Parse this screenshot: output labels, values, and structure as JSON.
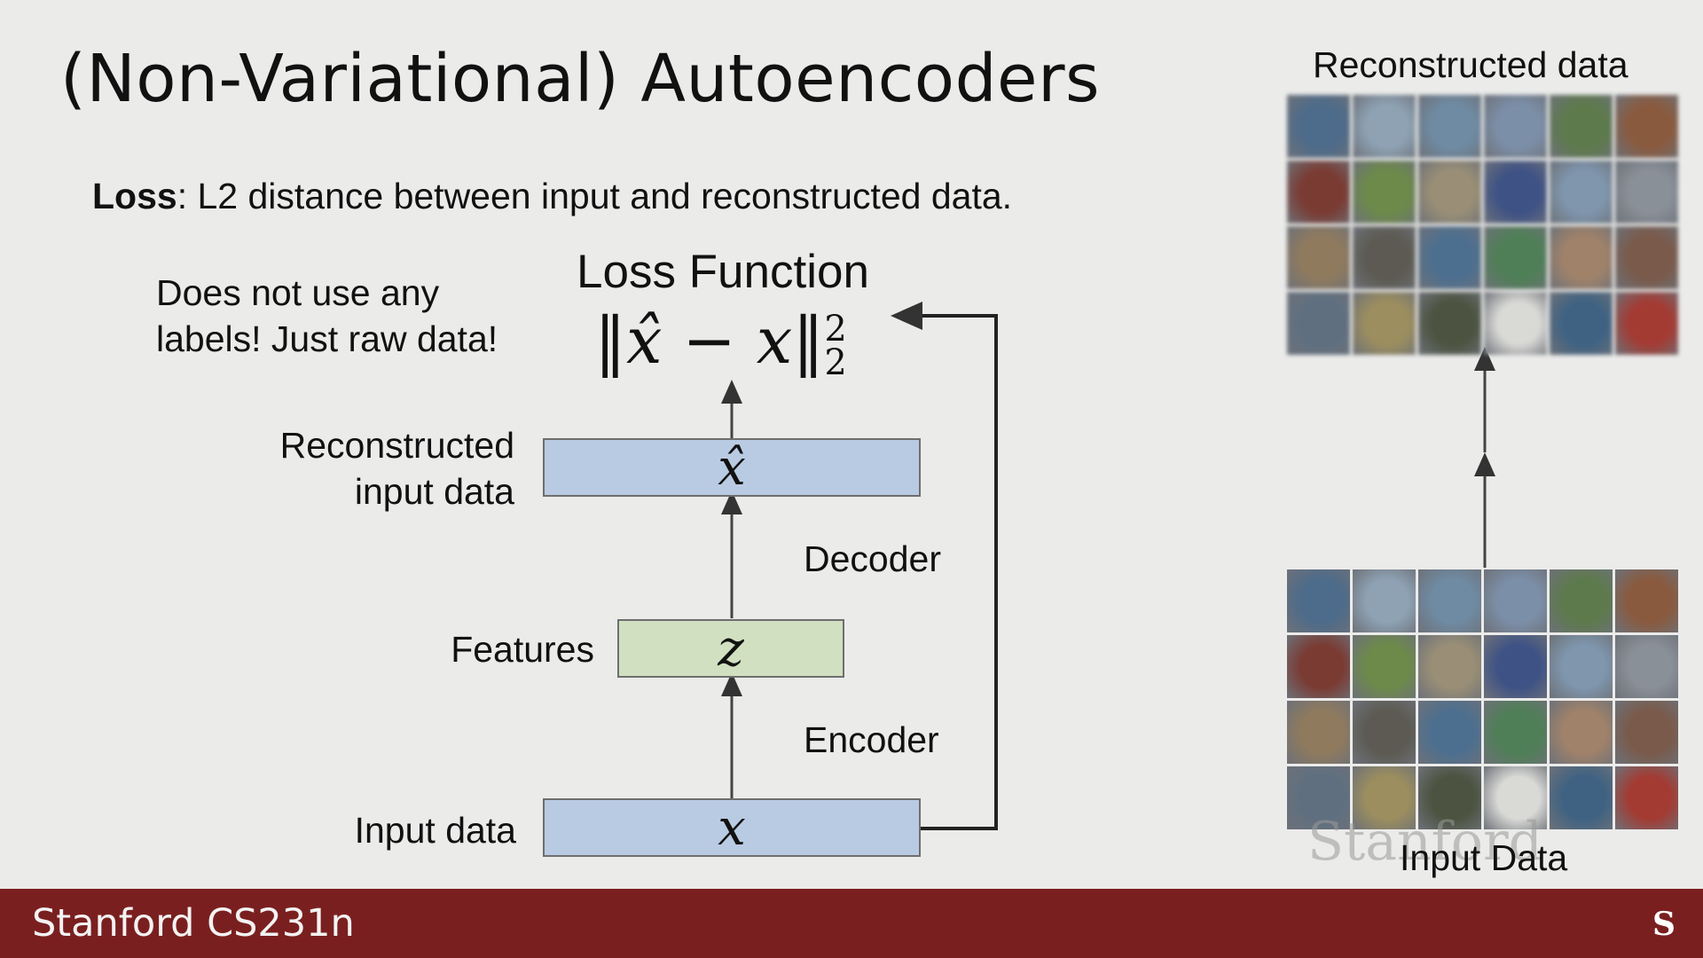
{
  "slide": {
    "title": "(Non-Variational) Autoencoders",
    "loss_label": "Loss",
    "loss_text": ": L2 distance between input and reconstructed data.",
    "note_line1": "Does not use any",
    "note_line2": "labels! Just raw data!",
    "loss_function_title": "Loss Function",
    "formula": {
      "open": "‖",
      "xhat": "x̂",
      "minus": " − ",
      "x": "x",
      "close": "‖",
      "superscript": "2",
      "subscript": "2"
    }
  },
  "diagram": {
    "reconstructed_label_line1": "Reconstructed",
    "reconstructed_label_line2": "input data",
    "reconstructed_symbol": "x̂",
    "decoder_label": "Decoder",
    "features_label": "Features",
    "features_symbol": "z",
    "encoder_label": "Encoder",
    "input_label": "Input data",
    "input_symbol": "x"
  },
  "right_panel": {
    "reconstructed_title": "Reconstructed data",
    "input_title": "Input Data",
    "watermark": "Stanford",
    "tile_colors": [
      [
        "#4d6b8a",
        "#8ea2b4",
        "#6f8ba3",
        "#7c8fa8",
        "#5d7a4c",
        "#8a5a3e"
      ],
      [
        "#7a3b33",
        "#6d8a4a",
        "#9a8f76",
        "#3e5285",
        "#7f96ad",
        "#8a9098"
      ],
      [
        "#8f7a5e",
        "#5c5a52",
        "#4d6f8f",
        "#4f7f56",
        "#a0826a",
        "#7a5a4a"
      ],
      [
        "#5f6f80",
        "#9c8e5e",
        "#4c5340",
        "#d9d9d6",
        "#3f6282",
        "#a33b33"
      ]
    ]
  },
  "footer": {
    "course": "Stanford CS231n",
    "logo": "S"
  }
}
